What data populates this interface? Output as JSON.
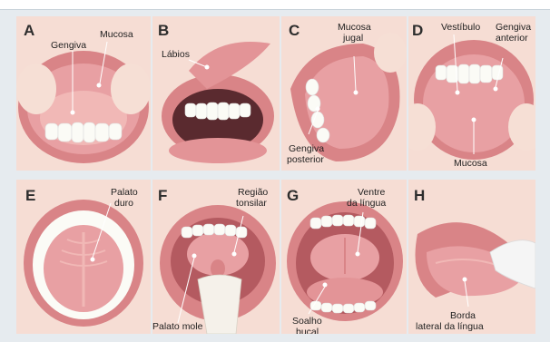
{
  "panels": {
    "a": {
      "letter": "A",
      "labels": [
        "Gengiva",
        "Mucosa"
      ]
    },
    "b": {
      "letter": "B",
      "labels": [
        "Lábios"
      ]
    },
    "c": {
      "letter": "C",
      "labels": [
        "Mucosa",
        "jugal",
        "Gengiva",
        "posterior"
      ]
    },
    "d": {
      "letter": "D",
      "labels": [
        "Vestíbulo",
        "Gengiva",
        "anterior",
        "Mucosa"
      ]
    },
    "e": {
      "letter": "E",
      "labels": [
        "Palato",
        "duro"
      ]
    },
    "f": {
      "letter": "F",
      "labels": [
        "Região",
        "tonsilar",
        "Palato mole"
      ]
    },
    "g": {
      "letter": "G",
      "labels": [
        "Ventre",
        "da língua",
        "Soalho",
        "bucal"
      ]
    },
    "h": {
      "letter": "H",
      "labels": [
        "Borda",
        "lateral da língua"
      ]
    }
  },
  "colors": {
    "background": "#e6ebef",
    "tissue": "#e8a0a3",
    "lip": "#d98487",
    "tooth": "#fbfbf6",
    "skin": "#f4d3c8"
  }
}
